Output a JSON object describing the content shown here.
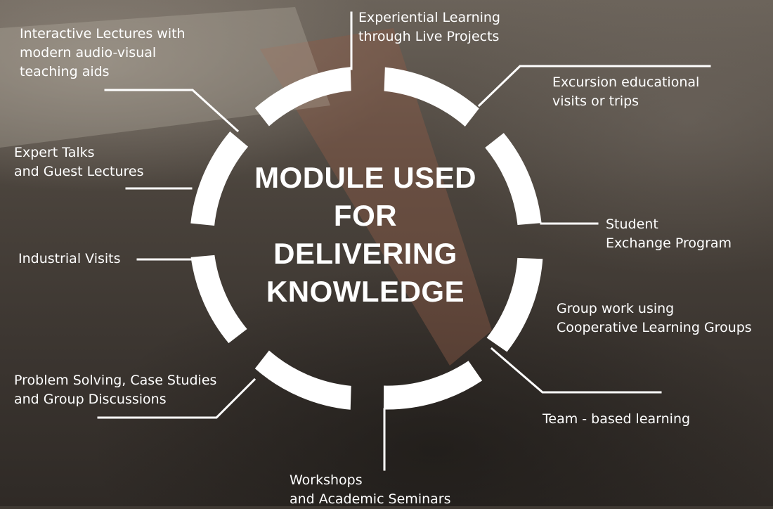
{
  "title_lines": [
    "MODULE USED",
    "FOR",
    "DELIVERING",
    "KNOWLEDGE"
  ],
  "colors": {
    "text": "#ffffff",
    "ring": "#ffffff",
    "connector": "#ffffff"
  },
  "items": [
    {
      "key": "experiential-learning",
      "lines": [
        "Experiential Learning",
        "through Live Projects"
      ]
    },
    {
      "key": "excursion-visits",
      "lines": [
        "Excursion educational",
        "visits or trips"
      ]
    },
    {
      "key": "student-exchange",
      "lines": [
        "Student",
        "Exchange Program"
      ]
    },
    {
      "key": "group-work",
      "lines": [
        "Group work using",
        "Cooperative Learning Groups"
      ]
    },
    {
      "key": "team-based-learning",
      "lines": [
        "Team - based learning"
      ]
    },
    {
      "key": "workshops-seminars",
      "lines": [
        "Workshops",
        "and Academic Seminars"
      ]
    },
    {
      "key": "problem-solving",
      "lines": [
        "Problem Solving, Case Studies",
        "and Group Discussions"
      ]
    },
    {
      "key": "industrial-visits",
      "lines": [
        "Industrial Visits"
      ]
    },
    {
      "key": "expert-talks",
      "lines": [
        "Expert Talks",
        "and Guest Lectures"
      ]
    },
    {
      "key": "interactive-lectures",
      "lines": [
        "Interactive Lectures with",
        "modern audio-visual",
        "teaching aids"
      ]
    }
  ]
}
